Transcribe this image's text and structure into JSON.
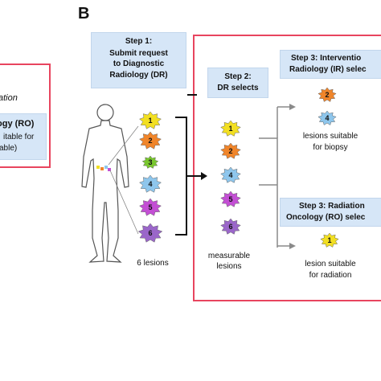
{
  "panel_label": "B",
  "left_fragment": {
    "line1": "ation",
    "box_line1": "ogy (RO)",
    "box_line2": "itable for",
    "box_line3": "able)"
  },
  "step1": {
    "title": "Step 1:",
    "line2": "Submit request",
    "line3": "to Diagnostic",
    "line4": "Radiology (DR)"
  },
  "step2": {
    "title": "Step 2:",
    "line2": "DR selects"
  },
  "step3_ir": {
    "title": "Step 3: Interventio",
    "line2": "Radiology (IR) selec"
  },
  "step3_ro": {
    "title": "Step 3: Radiation",
    "line2": "Oncology (RO) selec"
  },
  "lesions_body": [
    "1",
    "2",
    "3",
    "4",
    "5",
    "6"
  ],
  "lesions_body_caption": "6 lesions",
  "lesions_measurable": [
    "1",
    "2",
    "4",
    "5",
    "6"
  ],
  "measurable_caption": {
    "line1": "measurable",
    "line2": "lesions"
  },
  "lesions_biopsy": [
    "2",
    "4"
  ],
  "biopsy_caption": {
    "line1": "lesions suitable",
    "line2": "for biopsy"
  },
  "lesions_radiation": [
    "1"
  ],
  "radiation_caption": {
    "line1": "lesion suitable",
    "line2": "for radiation"
  },
  "colors": {
    "border_red": "#e8455f",
    "box_fill": "#d6e6f7",
    "box_border": "#c2d6ec",
    "lesion_1": "#f2df22",
    "lesion_2": "#f0852a",
    "lesion_3": "#79c72e",
    "lesion_4": "#8ec6ec",
    "lesion_5": "#c34fd4",
    "lesion_6": "#9a66c9",
    "arrow_gray": "#8a8a8a",
    "arrow_black": "#111111"
  }
}
